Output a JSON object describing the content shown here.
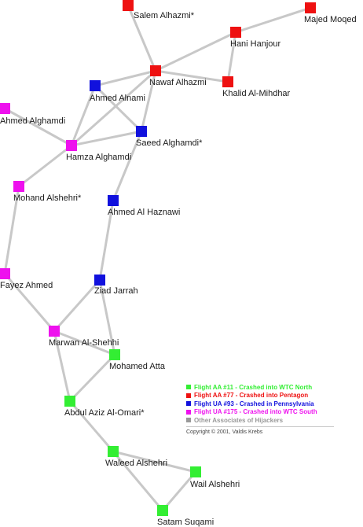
{
  "colors": {
    "aa11": "#33ee33",
    "aa77": "#ee1111",
    "ua93": "#1111dd",
    "ua175": "#ee11ee",
    "other": "#999999",
    "edge": "#c8c8c8"
  },
  "nodes": [
    {
      "id": "salem",
      "label": "Salem Alhazmi*",
      "group": "aa77"
    },
    {
      "id": "majed",
      "label": "Majed Moqed",
      "group": "aa77"
    },
    {
      "id": "hani",
      "label": "Hani Hanjour",
      "group": "aa77"
    },
    {
      "id": "nawaf",
      "label": "Nawaf Alhazmi",
      "group": "aa77"
    },
    {
      "id": "khalid",
      "label": "Khalid Al-Mihdhar",
      "group": "aa77"
    },
    {
      "id": "alnami",
      "label": "Ahmed Alnami",
      "group": "ua93"
    },
    {
      "id": "ahmedg",
      "label": "Ahmed Alghamdi",
      "group": "ua175"
    },
    {
      "id": "saeed",
      "label": "Saeed Alghamdi*",
      "group": "ua93"
    },
    {
      "id": "hamza",
      "label": "Hamza Alghamdi",
      "group": "ua175"
    },
    {
      "id": "mohand",
      "label": "Mohand Alshehri*",
      "group": "ua175"
    },
    {
      "id": "haznawi",
      "label": "Ahmed Al Haznawi",
      "group": "ua93"
    },
    {
      "id": "fayez",
      "label": "Fayez Ahmed",
      "group": "ua175"
    },
    {
      "id": "ziad",
      "label": "Ziad Jarrah",
      "group": "ua93"
    },
    {
      "id": "marwan",
      "label": "Marwan Al-Shehhi",
      "group": "ua175"
    },
    {
      "id": "atta",
      "label": "Mohamed Atta",
      "group": "aa11"
    },
    {
      "id": "omari",
      "label": "Abdul Aziz Al-Omari*",
      "group": "aa11"
    },
    {
      "id": "waleed",
      "label": "Waleed Alshehri",
      "group": "aa11"
    },
    {
      "id": "wail",
      "label": "Wail Alshehri",
      "group": "aa11"
    },
    {
      "id": "satam",
      "label": "Satam Suqami",
      "group": "aa11"
    }
  ],
  "edges": [
    [
      "salem",
      "nawaf"
    ],
    [
      "majed",
      "hani"
    ],
    [
      "hani",
      "nawaf"
    ],
    [
      "hani",
      "khalid"
    ],
    [
      "nawaf",
      "khalid"
    ],
    [
      "nawaf",
      "alnami"
    ],
    [
      "nawaf",
      "saeed"
    ],
    [
      "nawaf",
      "hamza"
    ],
    [
      "alnami",
      "saeed"
    ],
    [
      "alnami",
      "hamza"
    ],
    [
      "ahmedg",
      "hamza"
    ],
    [
      "saeed",
      "hamza"
    ],
    [
      "saeed",
      "haznawi"
    ],
    [
      "hamza",
      "mohand"
    ],
    [
      "haznawi",
      "ziad"
    ],
    [
      "mohand",
      "fayez"
    ],
    [
      "fayez",
      "marwan"
    ],
    [
      "ziad",
      "marwan"
    ],
    [
      "ziad",
      "atta"
    ],
    [
      "marwan",
      "atta"
    ],
    [
      "marwan",
      "omari"
    ],
    [
      "atta",
      "omari"
    ],
    [
      "omari",
      "waleed"
    ],
    [
      "waleed",
      "wail"
    ],
    [
      "waleed",
      "satam"
    ],
    [
      "wail",
      "satam"
    ]
  ],
  "legend": {
    "items": [
      {
        "label": "Flight AA #11 - Crashed into WTC North",
        "color": "#33ee33"
      },
      {
        "label": "Flight AA #77 - Crashed into Pentagon",
        "color": "#ee1111"
      },
      {
        "label": "Flight UA #93 - Crashed in Pennsylvania",
        "color": "#1111dd"
      },
      {
        "label": "Flight UA #175 - Crashed into WTC South",
        "color": "#ee11ee"
      },
      {
        "label": "Other Associates of Hijackers",
        "color": "#999999"
      }
    ],
    "copyright": "Copyright © 2001, Valdis Krebs"
  }
}
